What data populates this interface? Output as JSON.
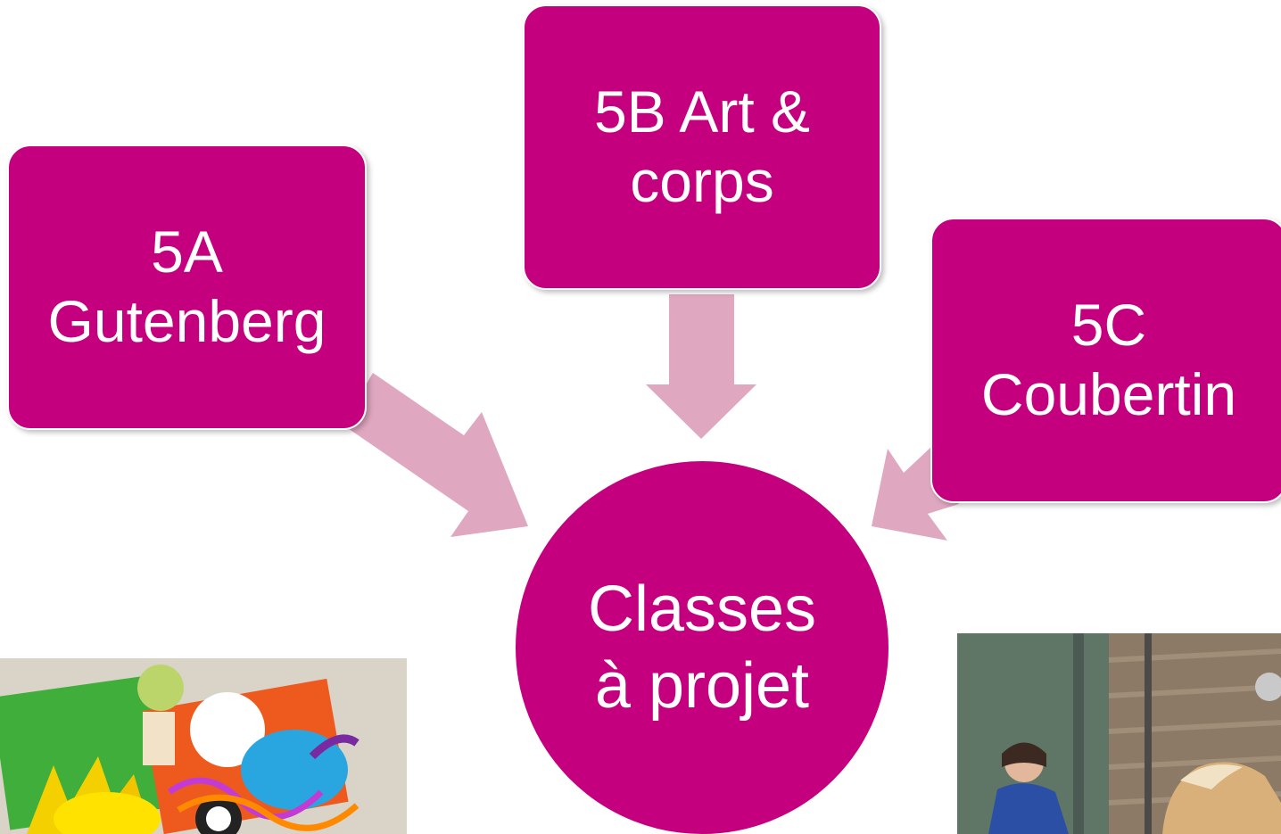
{
  "colors": {
    "box_fill": "#c4007e",
    "arrow_fill": "#dfa8c0",
    "text": "#ffffff"
  },
  "nodes": {
    "class_5a": {
      "line1": "5A",
      "line2": "Gutenberg"
    },
    "class_5b": {
      "line1": "5B Art &",
      "line2": "corps"
    },
    "class_5c": {
      "line1": "5C",
      "line2": "Coubertin"
    },
    "center": {
      "line1": "Classes",
      "line2": "à projet"
    }
  },
  "images": {
    "left": "children-art-collage-photo",
    "right": "woman-with-pony-photo"
  }
}
